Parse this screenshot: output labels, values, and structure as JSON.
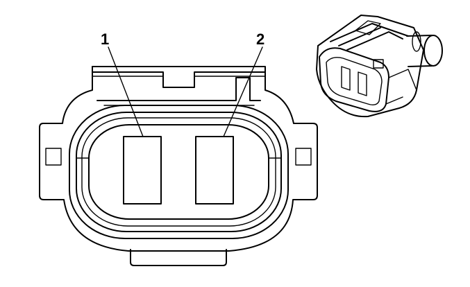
{
  "callouts": [
    {
      "id": "pin-1",
      "label": "1"
    },
    {
      "id": "pin-2",
      "label": "2"
    }
  ],
  "colors": {
    "line": "#000000",
    "background": "#ffffff"
  }
}
